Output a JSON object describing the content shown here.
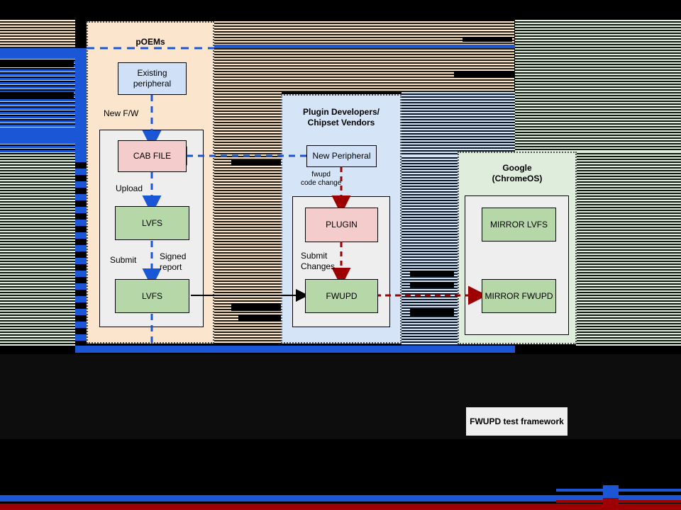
{
  "diagram": {
    "title_box": {
      "label": "FWUPD test framework"
    },
    "panels": [
      {
        "id": "poems",
        "title": "pOEMs",
        "fill": "#fce5cd"
      },
      {
        "id": "plugin",
        "title": "Plugin Developers/\nChipset Vendors",
        "fill": "#d6e4f7"
      },
      {
        "id": "google",
        "title": "Google\n(ChromeOS)",
        "fill": "#dfeddc"
      }
    ],
    "panel_titles": {
      "poems": "pOEMs",
      "plugin_line1": "Plugin Developers/",
      "plugin_line2": "Chipset Vendors",
      "google_line1": "Google",
      "google_line2": "(ChromeOS)"
    },
    "nodes": {
      "existing_peripheral": "Existing\nperipheral",
      "cab_file": "CAB FILE",
      "lvfs_upload": "LVFS",
      "lvfs_submit": "LVFS",
      "new_peripheral": "New Peripheral",
      "plugin": "PLUGIN",
      "fwupd": "FWUPD",
      "mirror_lvfs": "MIRROR LVFS",
      "mirror_fwupd": "MIRROR FWUPD"
    },
    "edge_labels": {
      "new_fw": "New F/W",
      "upload": "Upload",
      "submit": "Submit",
      "signed_report": "Signed\nreport",
      "fwupd_code_change": "fwupd\ncode change",
      "submit_changes": "Submit\nChanges"
    },
    "colors": {
      "blue_arrow": "#1a56d6",
      "red_arrow": "#9c0000",
      "black_arrow": "#000000",
      "node_blue": "#cfe0f7",
      "node_pink": "#f4cccc",
      "node_green": "#b6d7a8",
      "panel_poems": "#fce5cd",
      "panel_plugin": "#d6e4f7",
      "panel_google": "#dfeddc",
      "subpanel": "#eeeeee",
      "background": "#000000"
    }
  }
}
